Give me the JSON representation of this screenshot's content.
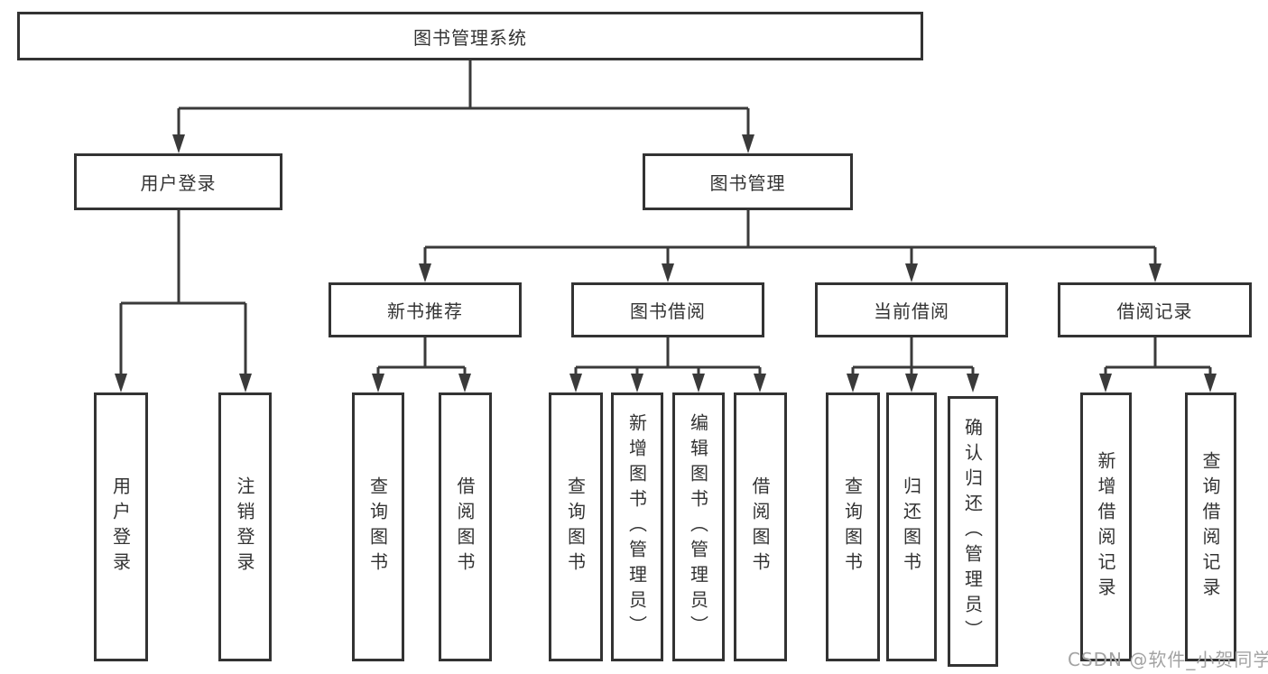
{
  "diagram": {
    "root": {
      "label": "图书管理系统"
    },
    "level2": [
      {
        "label": "用户登录"
      },
      {
        "label": "图书管理"
      }
    ],
    "level3": [
      {
        "label": "新书推荐"
      },
      {
        "label": "图书借阅"
      },
      {
        "label": "当前借阅"
      },
      {
        "label": "借阅记录"
      }
    ],
    "leaves": {
      "user_login": [
        "用户登录",
        "注销登录"
      ],
      "new_book": [
        "查询图书",
        "借阅图书"
      ],
      "book_borrow": [
        "查询图书",
        "新增图书（管理员）",
        "编辑图书（管理员）",
        "借阅图书"
      ],
      "current_borrow": [
        "查询图书",
        "归还图书",
        "确认归还（管理员）"
      ],
      "borrow_record": [
        "新增借阅记录",
        "查询借阅记录"
      ]
    },
    "colors": {
      "line": "#3a3a3a",
      "box_border": "#333333",
      "text": "#333333",
      "background": "#ffffff",
      "watermark": "#a3a3a3"
    }
  },
  "watermark": {
    "text": "CSDN @软件_小贺同学"
  }
}
